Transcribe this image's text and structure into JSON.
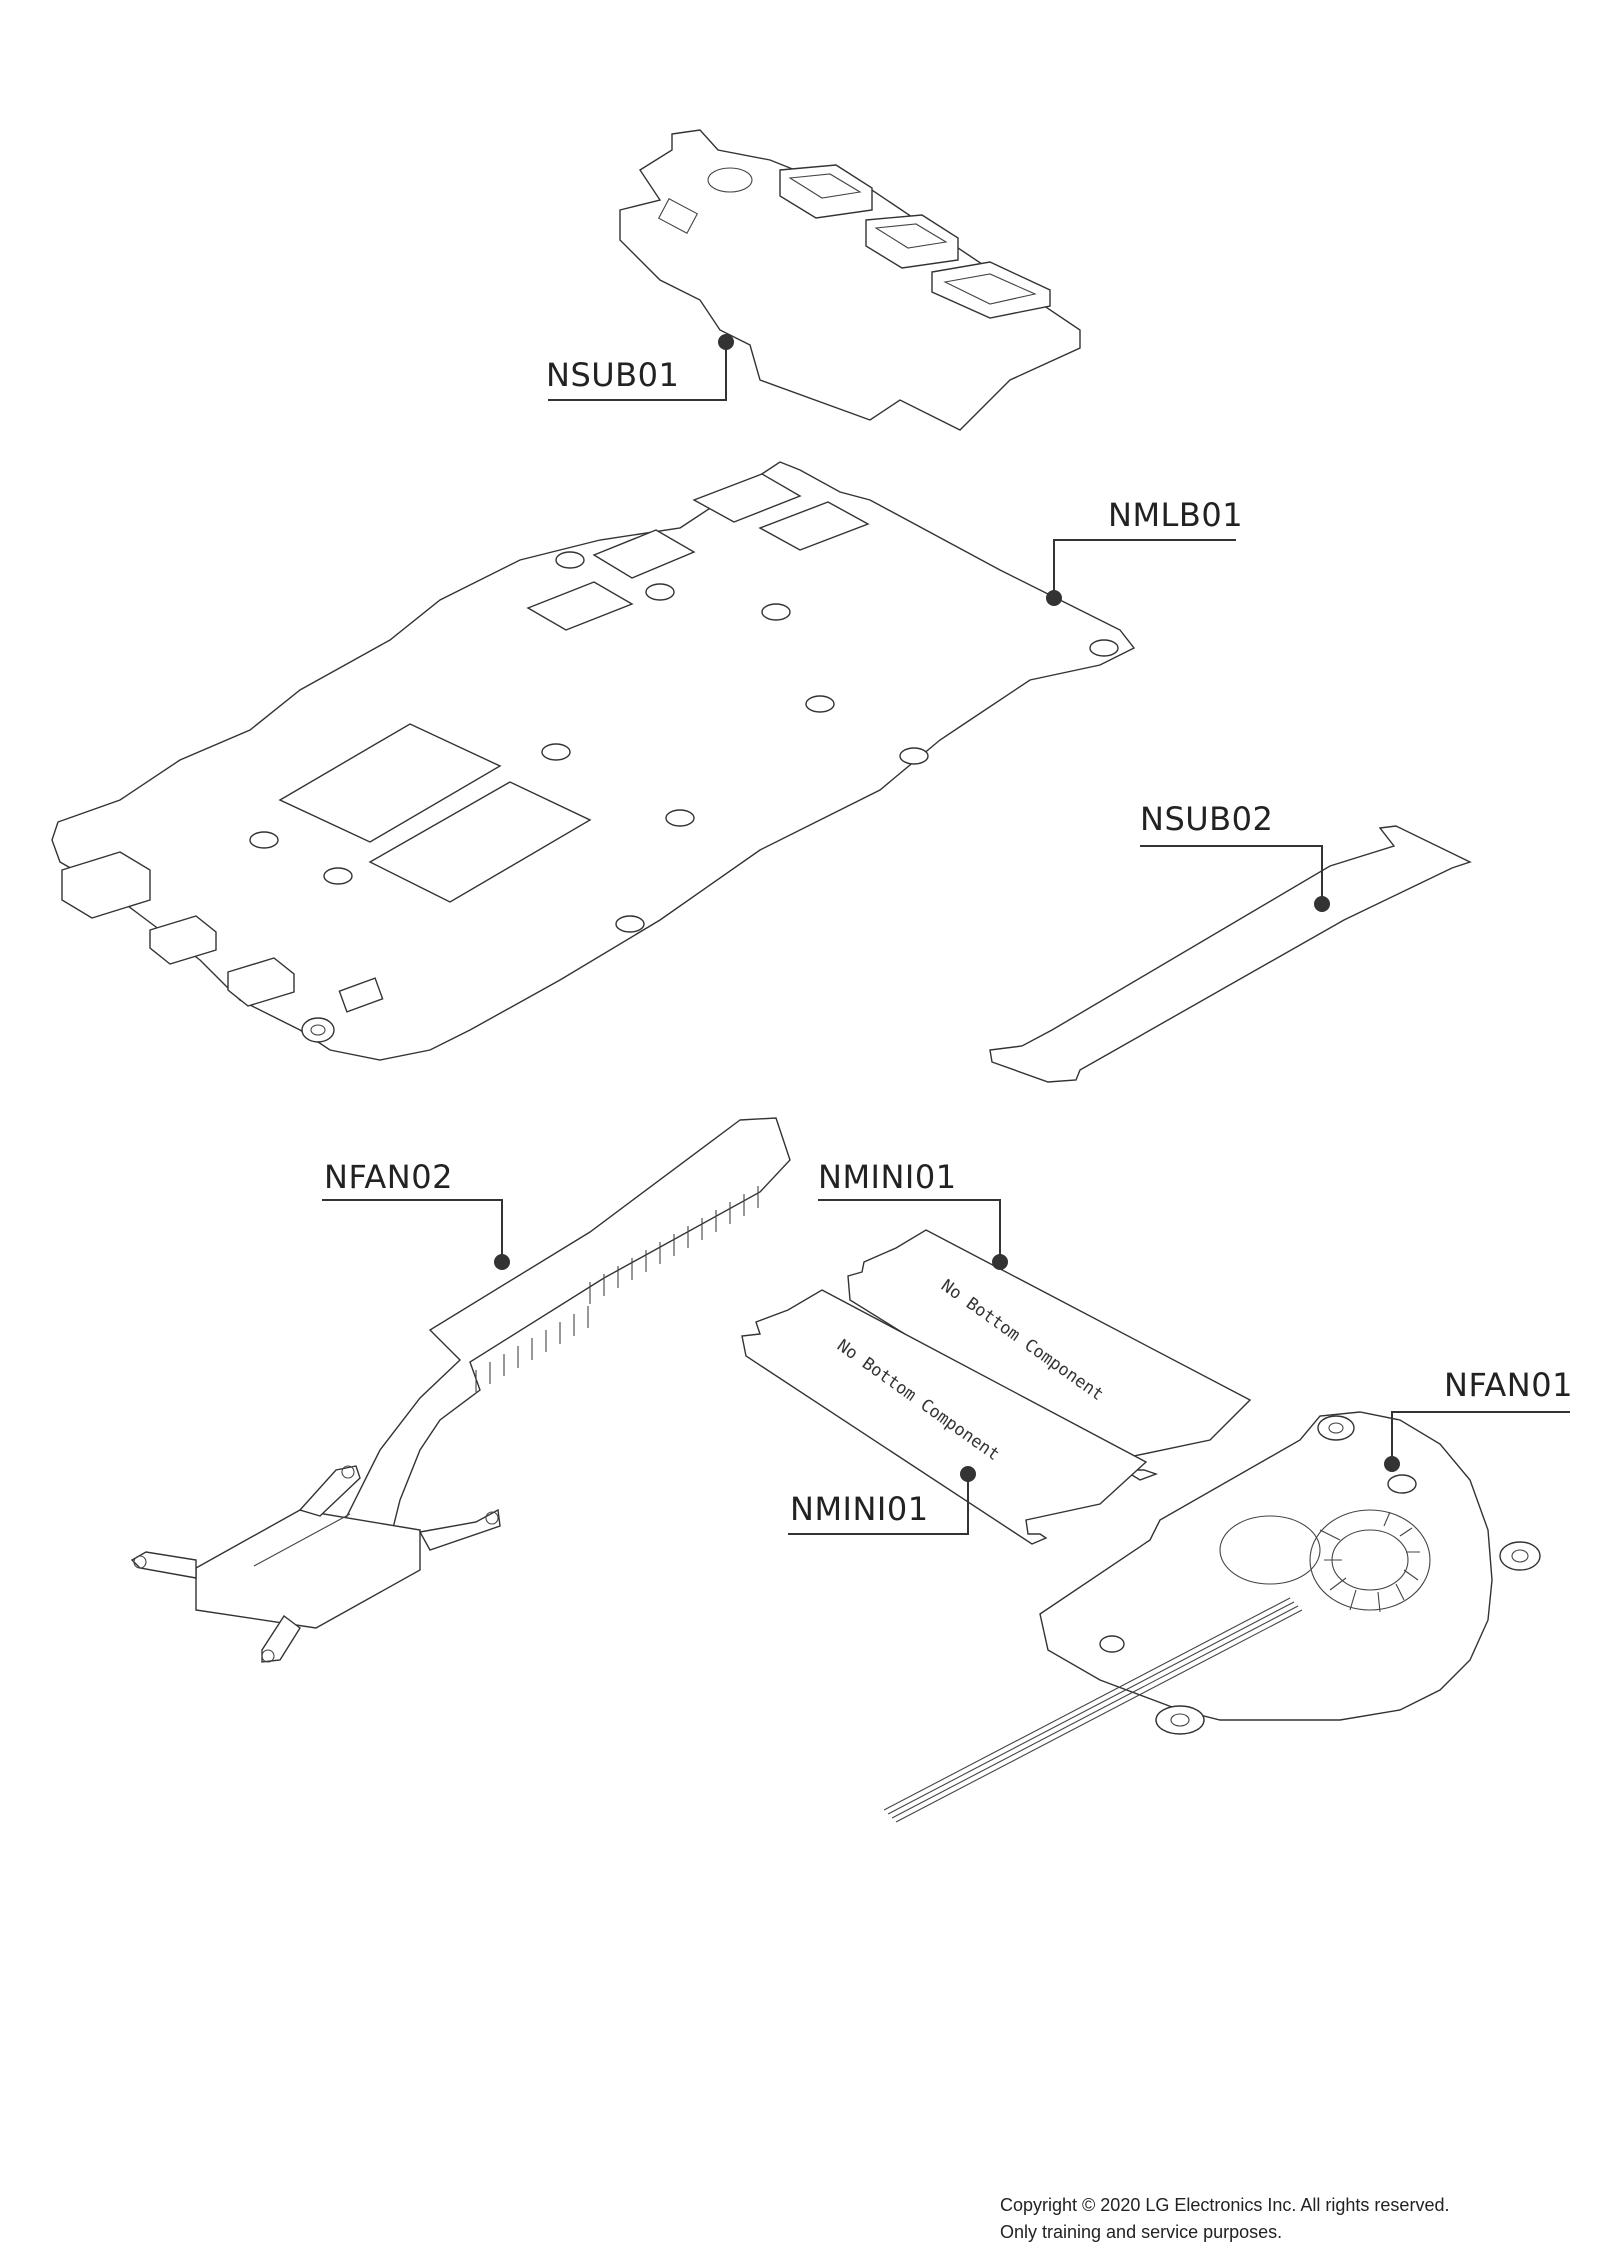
{
  "callouts": [
    {
      "id": "nsub01",
      "label": "NSUB01"
    },
    {
      "id": "nmlb01",
      "label": "NMLB01"
    },
    {
      "id": "nsub02",
      "label": "NSUB02"
    },
    {
      "id": "nfan02",
      "label": "NFAN02"
    },
    {
      "id": "nmini01_top",
      "label": "NMINI01"
    },
    {
      "id": "nmini01_bottom",
      "label": "NMINI01"
    },
    {
      "id": "nfan01",
      "label": "NFAN01"
    }
  ],
  "module_print": "No Bottom Component",
  "footer": {
    "line1": "Copyright © 2020 LG Electronics Inc. All rights reserved.",
    "line2": "Only training and service purposes."
  }
}
